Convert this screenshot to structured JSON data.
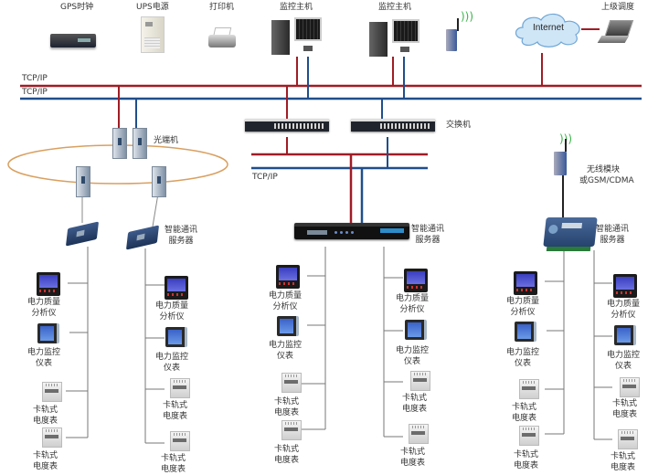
{
  "diagram": {
    "type": "network-topology",
    "colors": {
      "red_bus": "#a01c25",
      "blue_bus": "#1f4e8c",
      "fiber_ring": "#d9a060",
      "rs485_line": "#777777"
    },
    "top_devices": [
      {
        "id": "gps-clock",
        "label": "GPS时钟"
      },
      {
        "id": "ups",
        "label": "UPS电源"
      },
      {
        "id": "printer",
        "label": "打印机"
      },
      {
        "id": "monitor-host-1",
        "label": "监控主机"
      },
      {
        "id": "monitor-host-2",
        "label": "监控主机"
      },
      {
        "id": "internet",
        "label": "Internet"
      },
      {
        "id": "upper-dispatch",
        "label": "上级调度"
      }
    ],
    "bus_labels": {
      "top_red": "TCP/IP",
      "top_blue": "TCP/IP",
      "switch_bus": "TCP/IP"
    },
    "fiber_label": "光端机",
    "switch_label": "交换机",
    "wireless_label_line1": "无线模块",
    "wireless_label_line2": "或GSM/CDMA",
    "comm_server_line1": "智能通讯",
    "comm_server_line2": "服务器",
    "meters": {
      "pqa_line1": "电力质量",
      "pqa_line2": "分析仪",
      "pmm_line1": "电力监控",
      "pmm_line2": "仪表",
      "din_line1": "卡轨式",
      "din_line2": "电度表"
    }
  }
}
